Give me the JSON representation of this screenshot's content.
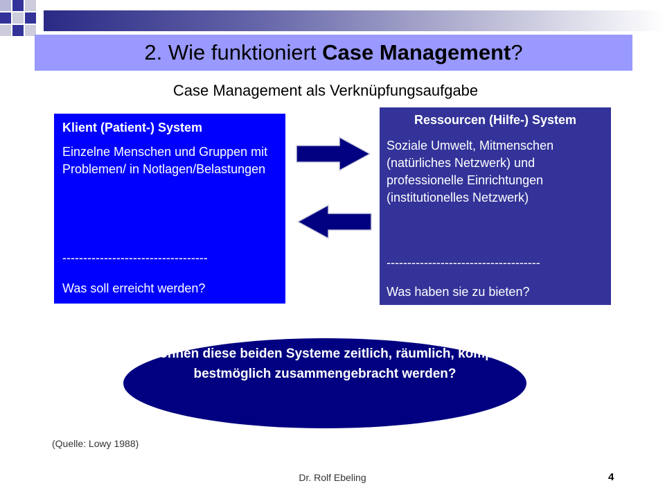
{
  "slide": {
    "title_prefix": "2. Wie funktioniert ",
    "title_bold": "Case Management",
    "title_suffix": "?",
    "subtitle": "Case Management als Verknüpfungsaufgabe"
  },
  "left_box": {
    "heading": "Klient (Patient-) System",
    "text": "Einzelne Menschen und Gruppen mit Problemen/ in Notlagen/Belastungen",
    "separator": "-----------------------------------",
    "question": "Was soll erreicht werden?"
  },
  "right_box": {
    "heading": "Ressourcen (Hilfe-) System",
    "text": "Soziale Umwelt, Mitmenschen (natürliches Netzwerk) und professionelle Einrichtungen (institutionelles Netzwerk)",
    "separator": "-------------------------------------",
    "question": "Was haben sie zu bieten?"
  },
  "oval": {
    "text": "Wie können diese beiden Systeme zeitlich, räumlich, kompetent bestmöglich zusammengebracht werden?"
  },
  "source": "(Quelle: Lowy 1988)",
  "footer": {
    "author": "Dr. Rolf Ebeling",
    "page_number": "4"
  },
  "colors": {
    "title_bar": "#9999ff",
    "left_box": "#0000ff",
    "right_box": "#333399",
    "oval": "#000080",
    "arrow": "#000080"
  }
}
